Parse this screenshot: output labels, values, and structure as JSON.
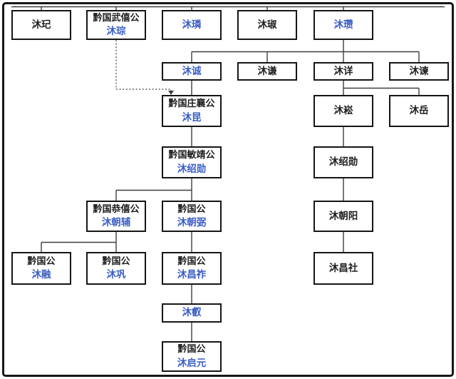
{
  "diagram": {
    "type": "family-tree",
    "accent_color": "#3b5ec5",
    "text_color": "#1f1f1f",
    "line_color": "#3f3f3f",
    "frame_color": "#161616"
  },
  "nodes": [
    {
      "id": "mu-qi",
      "col": 1,
      "row": 1,
      "name": "沐玘",
      "highlight": false
    },
    {
      "id": "mu-cong",
      "col": 2,
      "row": 1,
      "title": "黔国武僖公",
      "name": "沐琮",
      "highlight": true
    },
    {
      "id": "mu-lin",
      "col": 3,
      "row": 1,
      "name": "沐璘",
      "highlight": true
    },
    {
      "id": "mu-shu",
      "col": 4,
      "row": 1,
      "name": "沐琡",
      "highlight": false
    },
    {
      "id": "mu-zan",
      "col": 5,
      "row": 1,
      "name": "沐瓒",
      "highlight": true
    },
    {
      "id": "mu-cheng",
      "col": 3,
      "row": 2,
      "name": "沐诚",
      "highlight": true
    },
    {
      "id": "mu-qian",
      "col": 4,
      "row": 2,
      "name": "沐谦",
      "highlight": false
    },
    {
      "id": "mu-xiang",
      "col": 5,
      "row": 2,
      "name": "沐详",
      "highlight": false
    },
    {
      "id": "mu-jian",
      "col": 6,
      "row": 2,
      "name": "沐谏",
      "highlight": false
    },
    {
      "id": "mu-kun",
      "col": 3,
      "row": 3,
      "title": "黔国庄襄公",
      "name": "沐昆",
      "highlight": true
    },
    {
      "id": "mu-song",
      "col": 5,
      "row": 3,
      "name": "沐崧",
      "highlight": false
    },
    {
      "id": "mu-yue",
      "col": 6,
      "row": 3,
      "name": "沐岳",
      "highlight": false
    },
    {
      "id": "mu-shaoxun",
      "col": 3,
      "row": 4,
      "title": "黔国敏靖公",
      "name": "沐绍勋",
      "highlight": true
    },
    {
      "id": "mu-shaoxun-branch",
      "col": 5,
      "row": 4,
      "name": "沐绍勋",
      "highlight": false
    },
    {
      "id": "mu-chaofu",
      "col": 2,
      "row": 5,
      "title": "黔国恭僖公",
      "name": "沐朝辅",
      "highlight": true
    },
    {
      "id": "mu-chaobi",
      "col": 3,
      "row": 5,
      "title": "黔国公",
      "name": "沐朝弼",
      "highlight": true
    },
    {
      "id": "mu-chaoyang",
      "col": 5,
      "row": 5,
      "name": "沐朝阳",
      "highlight": false
    },
    {
      "id": "mu-rong",
      "col": 1,
      "row": 6,
      "title": "黔国公",
      "name": "沐融",
      "highlight": true
    },
    {
      "id": "mu-gong",
      "col": 2,
      "row": 6,
      "title": "黔国公",
      "name": "沐巩",
      "highlight": true
    },
    {
      "id": "mu-changzuo",
      "col": 3,
      "row": 6,
      "title": "黔国公",
      "name": "沐昌祚",
      "highlight": true
    },
    {
      "id": "mu-changshe",
      "col": 5,
      "row": 6,
      "name": "沐昌社",
      "highlight": false
    },
    {
      "id": "mu-rui",
      "col": 3,
      "row": 7,
      "name": "沐叡",
      "highlight": true
    },
    {
      "id": "mu-qiyuan",
      "col": 3,
      "row": 8,
      "title": "黔国公",
      "name": "沐启元",
      "highlight": true
    }
  ],
  "top_connector": [
    "mu-qi",
    "mu-cong",
    "mu-lin",
    "mu-shu",
    "mu-zan"
  ],
  "edges": [
    {
      "parent": "mu-zan",
      "children": [
        "mu-cheng",
        "mu-qian",
        "mu-xiang",
        "mu-jian"
      ],
      "style": "solid"
    },
    {
      "parent": "mu-cheng",
      "children": [
        "mu-kun"
      ],
      "style": "solid"
    },
    {
      "parent": "mu-xiang",
      "children": [
        "mu-song",
        "mu-yue"
      ],
      "style": "solid"
    },
    {
      "parent": "mu-kun",
      "children": [
        "mu-shaoxun"
      ],
      "style": "solid"
    },
    {
      "parent": "mu-song",
      "children": [
        "mu-shaoxun-branch"
      ],
      "style": "solid"
    },
    {
      "parent": "mu-shaoxun",
      "children": [
        "mu-chaofu",
        "mu-chaobi"
      ],
      "style": "solid"
    },
    {
      "parent": "mu-shaoxun-branch",
      "children": [
        "mu-chaoyang"
      ],
      "style": "solid"
    },
    {
      "parent": "mu-chaofu",
      "children": [
        "mu-rong",
        "mu-gong"
      ],
      "style": "solid"
    },
    {
      "parent": "mu-chaobi",
      "children": [
        "mu-changzuo"
      ],
      "style": "solid"
    },
    {
      "parent": "mu-chaoyang",
      "children": [
        "mu-changshe"
      ],
      "style": "solid"
    },
    {
      "parent": "mu-changzuo",
      "children": [
        "mu-rui"
      ],
      "style": "solid"
    },
    {
      "parent": "mu-rui",
      "children": [
        "mu-qiyuan"
      ],
      "style": "solid"
    },
    {
      "parent": "mu-cong",
      "children": [
        "mu-kun"
      ],
      "style": "dotted"
    }
  ]
}
